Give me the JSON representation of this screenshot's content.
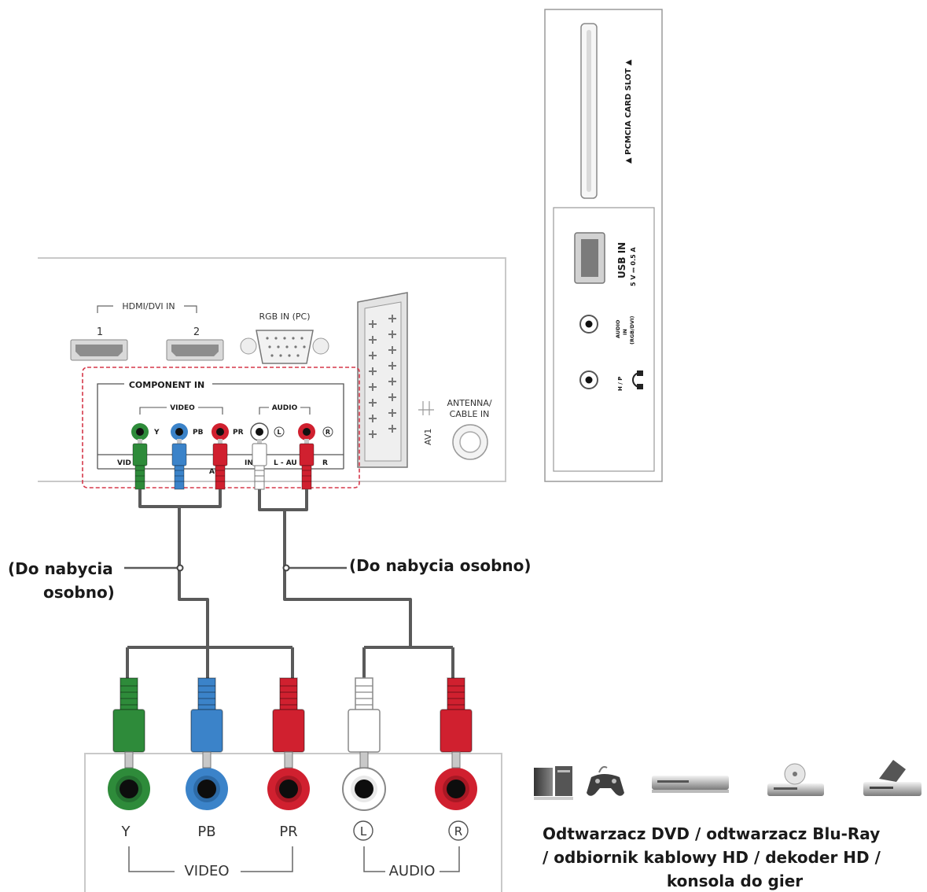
{
  "tv_panel": {
    "hdmi_group": "HDMI/DVI IN",
    "hdmi_port_1": "1",
    "hdmi_port_2": "2",
    "rgb": "RGB IN (PC)",
    "component_in": "COMPONENT IN",
    "video_group": "VIDEO",
    "audio_group": "AUDIO",
    "jack_y": "Y",
    "jack_pb": "PB",
    "jack_pr": "PR",
    "jack_l": "L",
    "jack_r": "R",
    "strip_vid": "VID",
    "strip_au": "AU",
    "strip_in": "IN",
    "strip_l_audio": "L - AU",
    "strip_r": "R",
    "av1": "AV1",
    "antenna_line1": "ANTENNA/",
    "antenna_line2": "CABLE IN"
  },
  "side_panel": {
    "pcmcia": "▲ PCMCIA CARD SLOT ▲",
    "usb_in": "USB IN",
    "usb_rating": "5 V ⎓ 0.5 A",
    "audio_in_1": "AUDIO",
    "audio_in_2": "IN",
    "audio_in_3": "(RGB/DVI)",
    "hp": "H / P"
  },
  "cables": {
    "note_left_1": "(Do nabycia",
    "note_left_2": "osobno)",
    "note_right": "(Do nabycia osobno)"
  },
  "device_panel": {
    "jack_y": "Y",
    "jack_pb": "PB",
    "jack_pr": "PR",
    "jack_l": "L",
    "jack_r": "R",
    "video_group": "VIDEO",
    "audio_group": "AUDIO"
  },
  "devices_caption": {
    "line1": "Odtwarzacz DVD / odtwarzacz Blu-Ray",
    "line2": "/ odbiornik kablowy HD / dekoder HD /",
    "line3": "konsola do gier"
  },
  "colors": {
    "green": "#2e8b3a",
    "blue": "#3b83c9",
    "red": "#d0202f",
    "white": "#ffffff",
    "cable": "#555555"
  }
}
